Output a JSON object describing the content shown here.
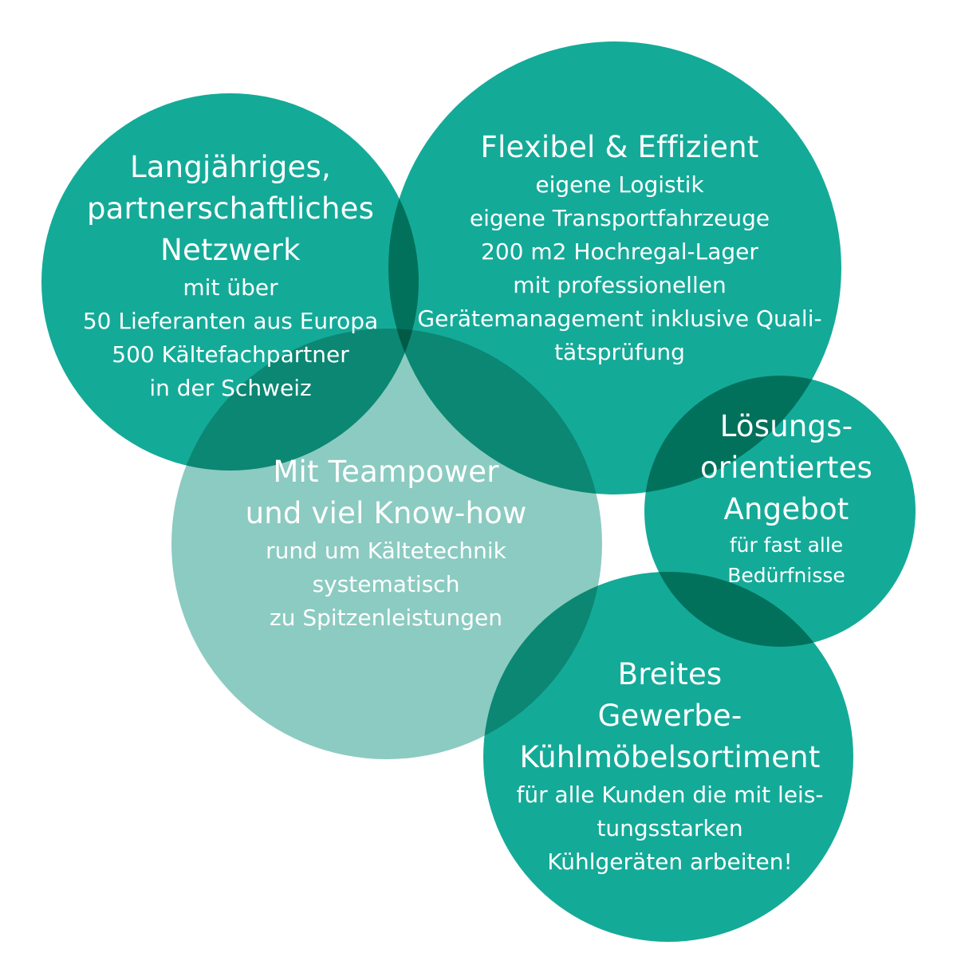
{
  "colors": {
    "dark_teal": "#0aa794",
    "light_teal": "#8ccbc1",
    "text": "#ffffff",
    "background": "#ffffff"
  },
  "bubbles": {
    "network": {
      "title_lines": [
        "Langjähriges,",
        "partnerschaftliches",
        "Netzwerk"
      ],
      "body_lines": [
        "mit über",
        "50 Lieferanten aus Europa",
        "500 Kältefachpartner",
        "in der Schweiz"
      ]
    },
    "flexible": {
      "title_lines": [
        "Flexibel & Effizient"
      ],
      "body_lines": [
        "eigene Logistik",
        "eigene Transportfahrzeuge",
        "200 m2 Hochregal-Lager",
        "mit professionellen",
        "Gerätemanagement inklusive Quali-",
        "tätsprüfung"
      ]
    },
    "team": {
      "title_lines": [
        "Mit Teampower",
        "und viel Know-how"
      ],
      "body_lines": [
        "rund um Kältetechnik",
        "systematisch",
        "zu Spitzenleistungen"
      ]
    },
    "solutions": {
      "title_lines": [
        "Lösungs-",
        "orientiertes",
        "Angebot"
      ],
      "body_lines": [
        "für fast alle",
        "Bedürfnisse"
      ]
    },
    "range": {
      "title_lines": [
        "Breites",
        "Gewerbe-",
        "Kühlmöbelsortiment"
      ],
      "body_lines": [
        "für alle Kunden die mit leis-",
        "tungsstarken",
        "Kühlgeräten arbeiten!"
      ]
    }
  }
}
